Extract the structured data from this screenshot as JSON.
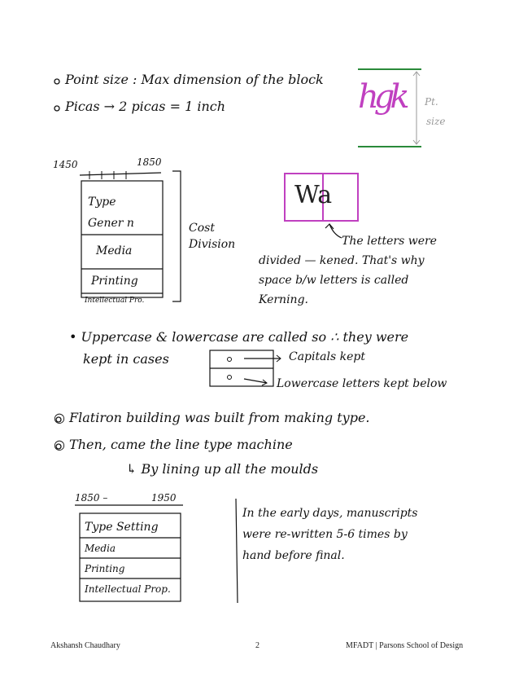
{
  "notes": {
    "point_size": "Point size : Max dimension of the block",
    "picas": "Picas → 2 picas = 1 inch",
    "pt_label": "Pt.",
    "size_label": "size",
    "sample_glyphs": "hgk"
  },
  "timeline1": {
    "start": "1450",
    "end": "1850",
    "boxes": [
      "Type\nGener n",
      "Media",
      "Printing",
      "Intellectual Pro."
    ],
    "bracket_label_1": "Cost",
    "bracket_label_2": "Division"
  },
  "kerning": {
    "sample": "Wa",
    "line1": "The letters were",
    "line2": "divided — kened. That's why",
    "line3": "space b/w letters is called",
    "line4": "Kerning."
  },
  "cases": {
    "line1": "• Uppercase & lowercase are called so ∴ they were",
    "line2": "kept in cases",
    "capitals": "Capitals kept",
    "lowercase": "Lowercase letters kept below"
  },
  "flatiron": "○ Flatiron building was built from making type.",
  "linetype": {
    "line1": "○ Then, came the line type machine",
    "line2": "↳ By lining up all the moulds"
  },
  "timeline2": {
    "start": "1850 –",
    "end": "1950",
    "boxes": [
      "Type Setting",
      "Media",
      "Printing",
      "Intellectual Prop."
    ]
  },
  "manuscripts": {
    "line1": "In the early days, manuscripts",
    "line2": "were re-written 5-6 times by",
    "line3": "hand before final."
  },
  "footer": {
    "author": "Akshansh Chaudhary",
    "page": "2",
    "school": "MFADT | Parsons School of Design"
  },
  "colors": {
    "ink": "#111111",
    "magenta": "#c040c0",
    "green": "#2a8a3a",
    "grey": "#9a9a9a"
  }
}
